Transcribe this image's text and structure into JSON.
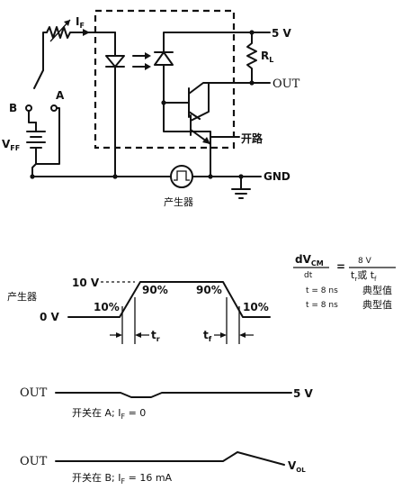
{
  "circuit": {
    "if_label": "I",
    "if_sub": "F",
    "v5_label": "5 V",
    "rl_label": "R",
    "rl_sub": "L",
    "out_label": "OUT",
    "open_label": "开路",
    "gnd_label": "GND",
    "gen_label": "产生器",
    "switch_b": "B",
    "switch_a": "A",
    "vff_label": "V",
    "vff_sub": "FF"
  },
  "waveform": {
    "gen_label": "产生器",
    "v10_label": "10 V",
    "v0_label": "0 V",
    "p10_left": "10%",
    "p90_left": "90%",
    "p90_right": "90%",
    "p10_right": "10%",
    "tr_label": "t",
    "tr_sub": "r",
    "tf_label": "t",
    "tf_sub": "f"
  },
  "formula": {
    "lhs_num": "dV",
    "lhs_num_sub": "CM",
    "lhs_den": "dt",
    "eq": "=",
    "rhs_num": "8 V",
    "rhs_den": "t",
    "rhs_den_sub": "r",
    "rhs_den_or": "或 t",
    "rhs_den_sub2": "f",
    "line1": "t  = 8 ns",
    "line1_sub": "r",
    "line1_tail": "典型值",
    "line2": "t  = 8 ns",
    "line2_sub": "f",
    "line2_tail": "典型值"
  },
  "out_a": {
    "out_label": "OUT",
    "v_label": "5 V",
    "caption": "开关在 A; I",
    "caption_sub": "F",
    "caption_tail": " = 0"
  },
  "out_b": {
    "out_label": "OUT",
    "v_label": "V",
    "v_sub": "OL",
    "caption": "开关在 B; I",
    "caption_sub": "F",
    "caption_tail": " = 16 mA"
  }
}
